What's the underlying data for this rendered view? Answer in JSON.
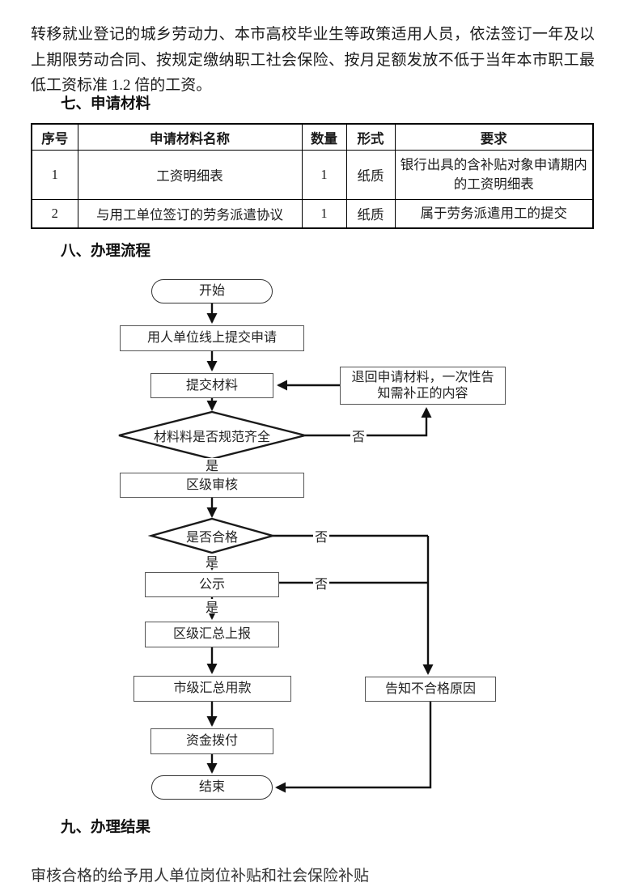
{
  "page": {
    "intro": "转移就业登记的城乡劳动力、本市高校毕业生等政策适用人员，依法签订一年及以上期限劳动合同、按规定缴纳职工社会保险、按月足额发放不低于当年本市职工最低工资标准 1.2 倍的工资。",
    "materials_heading": "七、申请材料",
    "process_heading": "八、办理流程",
    "result_heading": "九、办理结果",
    "result_text": "审核合格的给予用人单位岗位补贴和社会保险补贴"
  },
  "table": {
    "headers": [
      "序号",
      "申请材料名称",
      "数量",
      "形式",
      "要求"
    ],
    "rows": [
      {
        "no": "1",
        "name": "工资明细表",
        "qty": "1",
        "form": "纸质",
        "req": "银行出具的含补贴对象申请期内的工资明细表"
      },
      {
        "no": "2",
        "name": "与用工单位签订的劳务派遣协议",
        "qty": "1",
        "form": "纸质",
        "req": "属于劳务派遣用工的提交"
      }
    ]
  },
  "flowchart": {
    "nodes": {
      "start": "开始",
      "submit_online": "用人单位线上提交申请",
      "submit_materials": "提交材料",
      "return_materials": "退回申请材料，一次性告知需补正的内容",
      "check_materials": "材料料是否规范齐全",
      "district_review": "区级审核",
      "qualified": "是否合格",
      "publicity": "公示",
      "district_report": "区级汇总上报",
      "city_funds": "市级汇总用款",
      "notify_reason": "告知不合格原因",
      "fund_transfer": "资金拨付",
      "end": "结束"
    },
    "edge_labels": {
      "yes": "是",
      "no": "否"
    }
  },
  "colors": {
    "ink": "#1b1b1b",
    "box_border": "#555555",
    "line": "#111111"
  }
}
